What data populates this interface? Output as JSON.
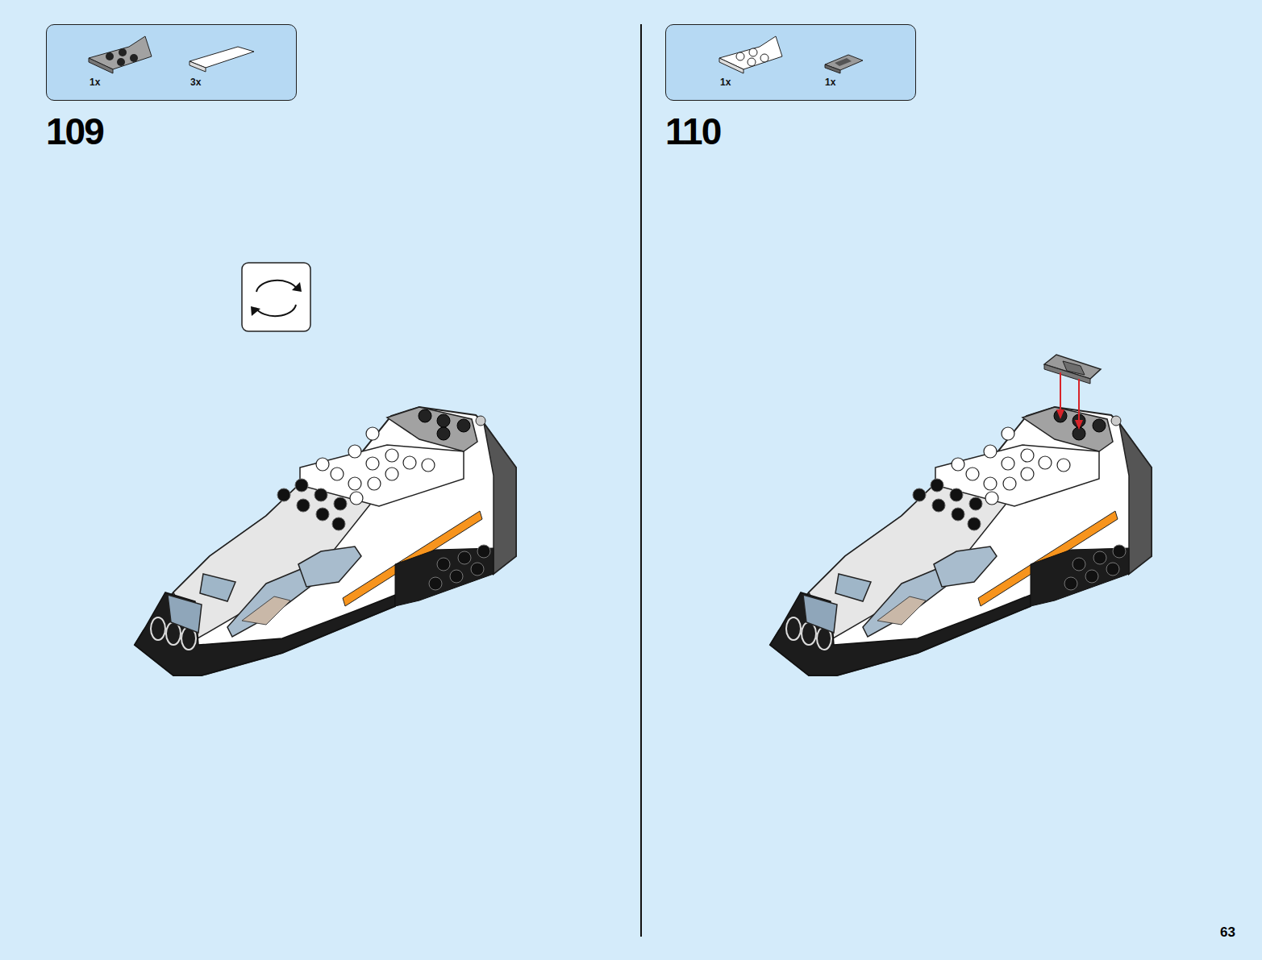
{
  "diagram": {
    "nodes": [
      {
        "text": [
          "1x",
          "3x"
        ]
      },
      {
        "text": [
          "1x",
          "1x"
        ]
      }
    ],
    "labels": [
      "109",
      "110",
      "63"
    ]
  }
}
